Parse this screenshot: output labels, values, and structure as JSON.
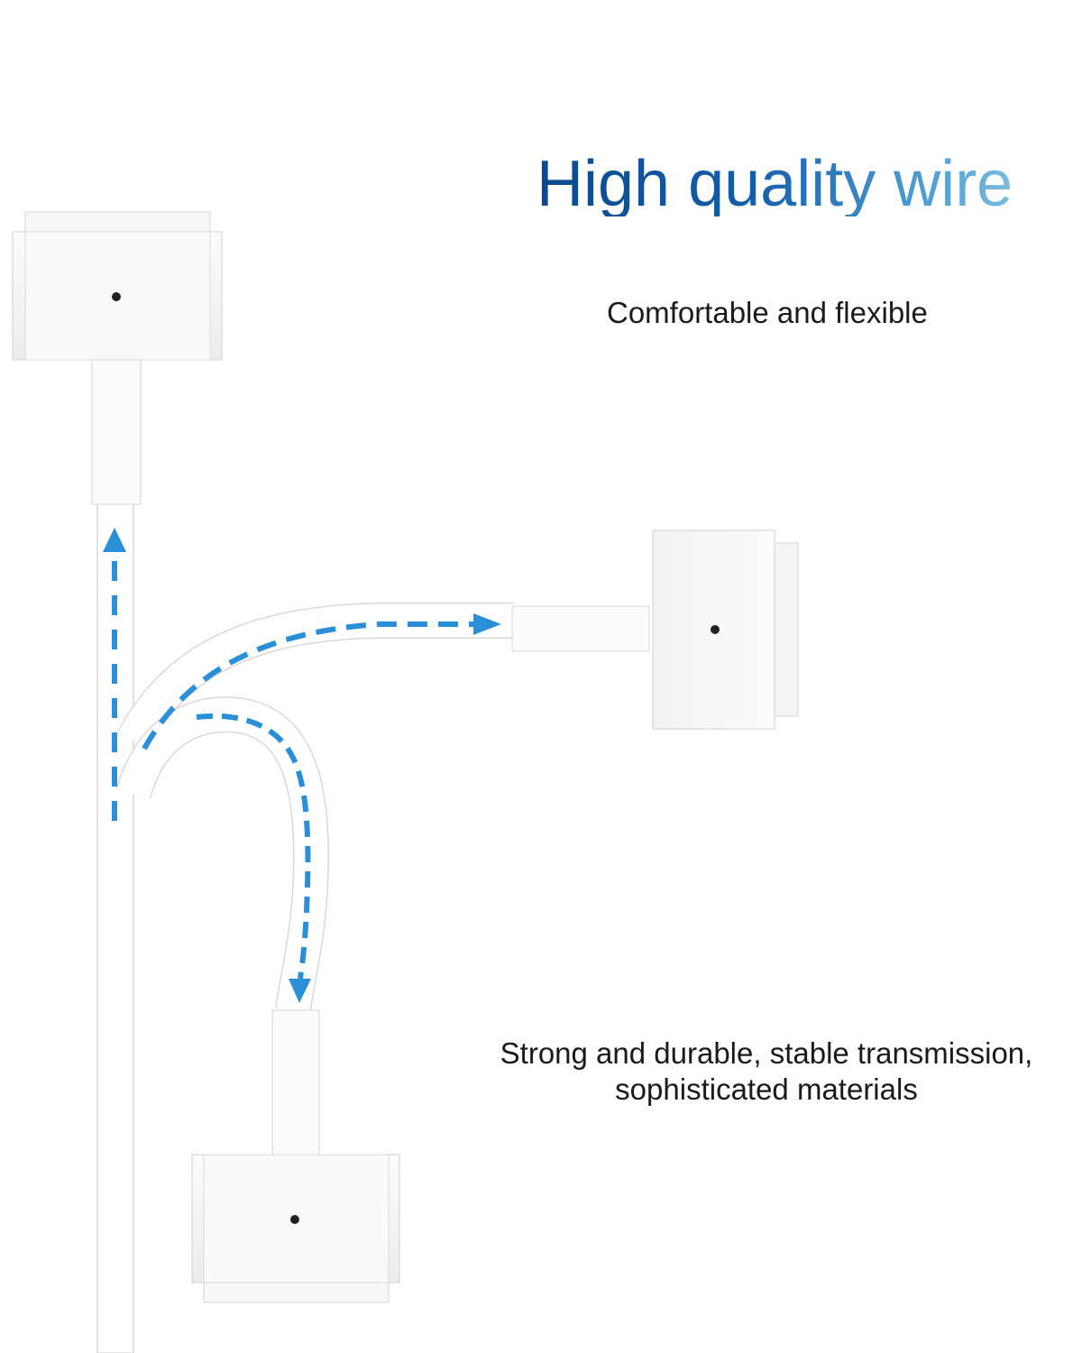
{
  "headline": "High quality wire",
  "subheadline": "Comfortable and flexible",
  "caption": {
    "line1": "Strong and durable, stable transmission,",
    "line2": "sophisticated materials"
  },
  "colors": {
    "headline_start": "#0b4a8c",
    "headline_end": "#9dd0ea",
    "arrow": "#2a8fd6",
    "cable": "#ffffff",
    "cable_outline": "#d9d9d9",
    "connector": "#f4f4f4"
  }
}
